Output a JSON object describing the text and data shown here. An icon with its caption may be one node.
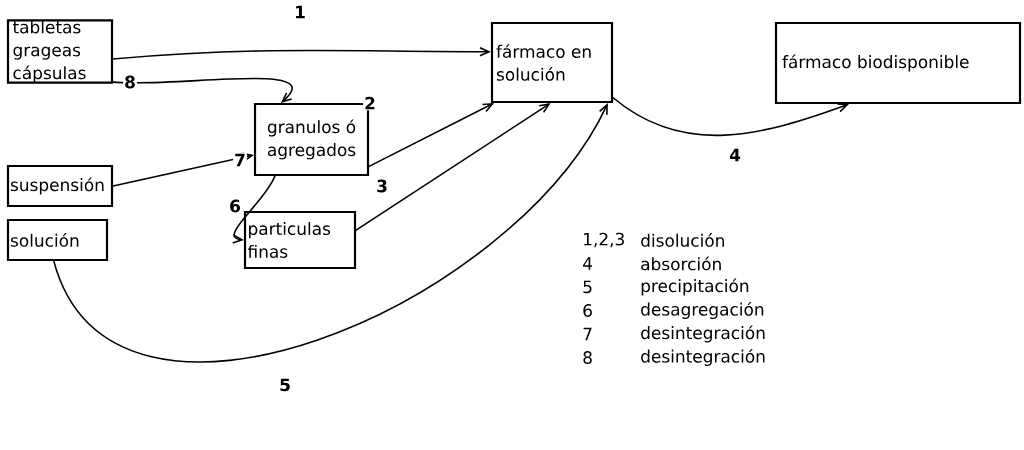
{
  "diagram": {
    "nodes": [
      {
        "text": [
          "tabletas grageas cápsulas"
        ]
      },
      {
        "text": [
          "fármaco en solución"
        ]
      },
      {
        "text": [
          "fármaco biodisponible"
        ]
      },
      {
        "text": [
          "granulos ó agregados"
        ]
      },
      {
        "text": [
          "suspensión"
        ]
      },
      {
        "text": [
          "solución"
        ]
      },
      {
        "text": [
          "particulas finas"
        ]
      }
    ],
    "edges": [
      {
        "from": 0,
        "to": 1,
        "arrow": "to",
        "label": "1"
      },
      {
        "from": 0,
        "to": 3,
        "arrow": "to",
        "label": "8"
      },
      {
        "from": 3,
        "to": 1,
        "arrow": "to",
        "label": "2"
      },
      {
        "from": 4,
        "to": 3,
        "arrow": "to",
        "label": "7"
      },
      {
        "from": 3,
        "to": 6,
        "arrow": "to",
        "label": "6"
      },
      {
        "from": 6,
        "to": 1,
        "arrow": "to",
        "label": "3"
      },
      {
        "from": 5,
        "to": 1,
        "arrow": "to",
        "label": "5"
      },
      {
        "from": 1,
        "to": 2,
        "arrow": "to",
        "label": "4"
      }
    ],
    "labels": [
      "1,2,3",
      "disolución",
      "4",
      "absorción",
      "5",
      "precipitación",
      "6",
      "desagregación",
      "7",
      "desintegración",
      "8",
      "desintegración"
    ]
  }
}
